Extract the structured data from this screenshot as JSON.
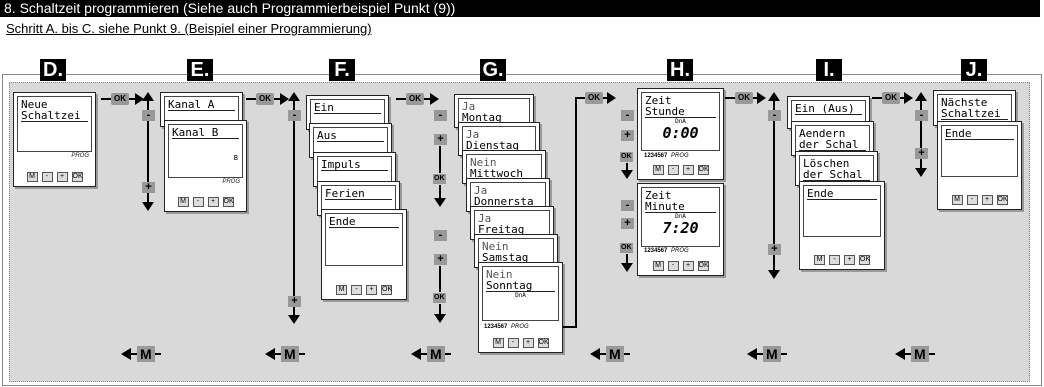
{
  "header": {
    "title": "8. Schaltzeit programmieren (Siehe auch Programmierbeispiel Punkt (9))",
    "subtitle": "Schritt A. bis C. siehe Punkt 9. (Beispiel einer Programmierung)"
  },
  "steps": [
    "D.",
    "E.",
    "F.",
    "G.",
    "H.",
    "I.",
    "J."
  ],
  "keys": {
    "m": "M",
    "minus": "-",
    "plus": "+",
    "ok": "OK",
    "back": "M"
  },
  "prog_label": "PROG",
  "days_label": "1234567",
  "weekday_marker": "DnA",
  "screens": {
    "d": {
      "line1": "Neue",
      "line2": "Schaltzei"
    },
    "e1": {
      "line1": "Kanal A"
    },
    "e2": {
      "line1": "Kanal B",
      "marker": "B"
    },
    "f": [
      "Ein",
      "Aus",
      "Impuls",
      "Ferien",
      "Ende"
    ],
    "g": [
      {
        "state": "Ja",
        "day": "Montag"
      },
      {
        "state": "Ja",
        "day": "Dienstag"
      },
      {
        "state": "Nein",
        "day": "Mittwoch"
      },
      {
        "state": "Ja",
        "day": "Donnersta"
      },
      {
        "state": "Ja",
        "day": "Freitag"
      },
      {
        "state": "Nein",
        "day": "Samstag"
      },
      {
        "state": "Nein",
        "day": "Sonntag"
      }
    ],
    "h1": {
      "line1": "Zeit",
      "line2": "Stunde",
      "value": "0:00"
    },
    "h2": {
      "line1": "Zeit",
      "line2": "Minute",
      "value": "7:20"
    },
    "i": [
      {
        "line1": "Ein (Aus)"
      },
      {
        "line1": "Aendern",
        "line2": "der Schal"
      },
      {
        "line1": "Löschen",
        "line2": "der Schal"
      },
      {
        "line1": "Ende"
      }
    ],
    "j": [
      {
        "line1": "Nächste",
        "line2": "Schaltzei"
      },
      {
        "line1": "Ende"
      }
    ]
  }
}
